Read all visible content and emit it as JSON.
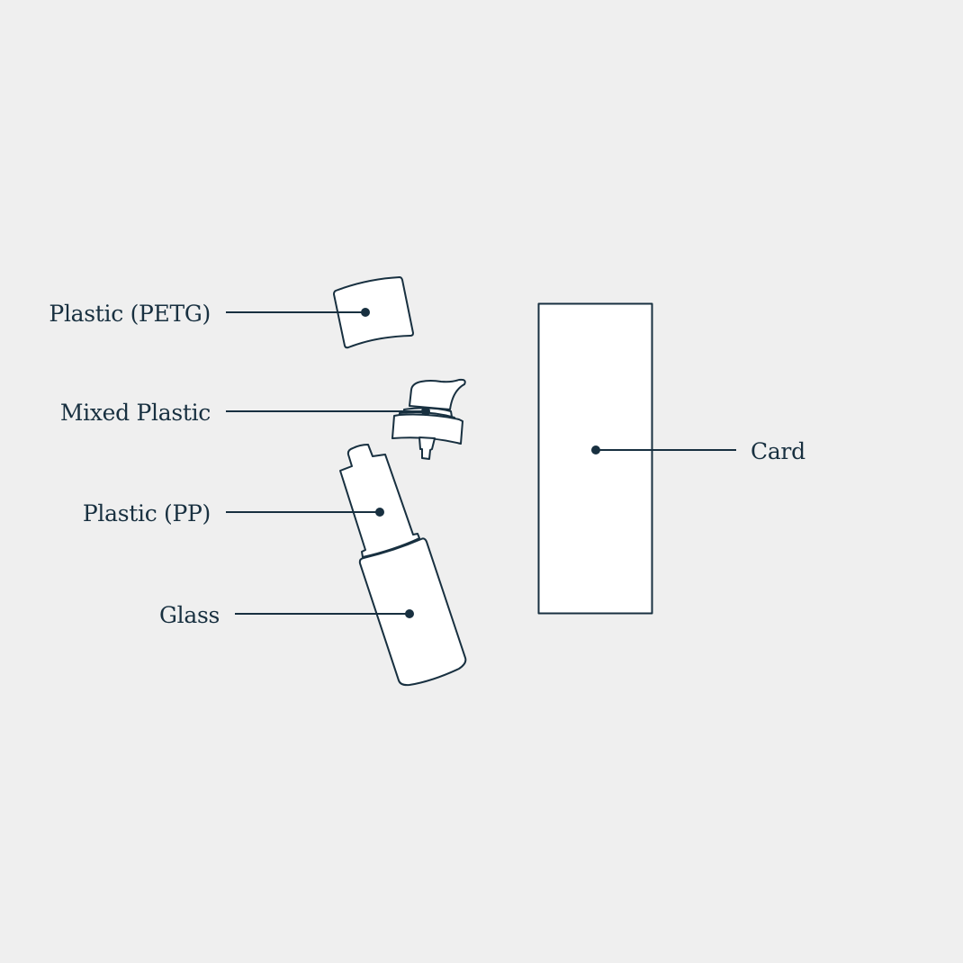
{
  "colors": {
    "background": "#efefef",
    "ink": "#183040",
    "fill": "#ffffff"
  },
  "labels": {
    "petg": "Plastic (PETG)",
    "mixed": "Mixed Plastic",
    "pp": "Plastic (PP)",
    "glass": "Glass",
    "card": "Card"
  }
}
